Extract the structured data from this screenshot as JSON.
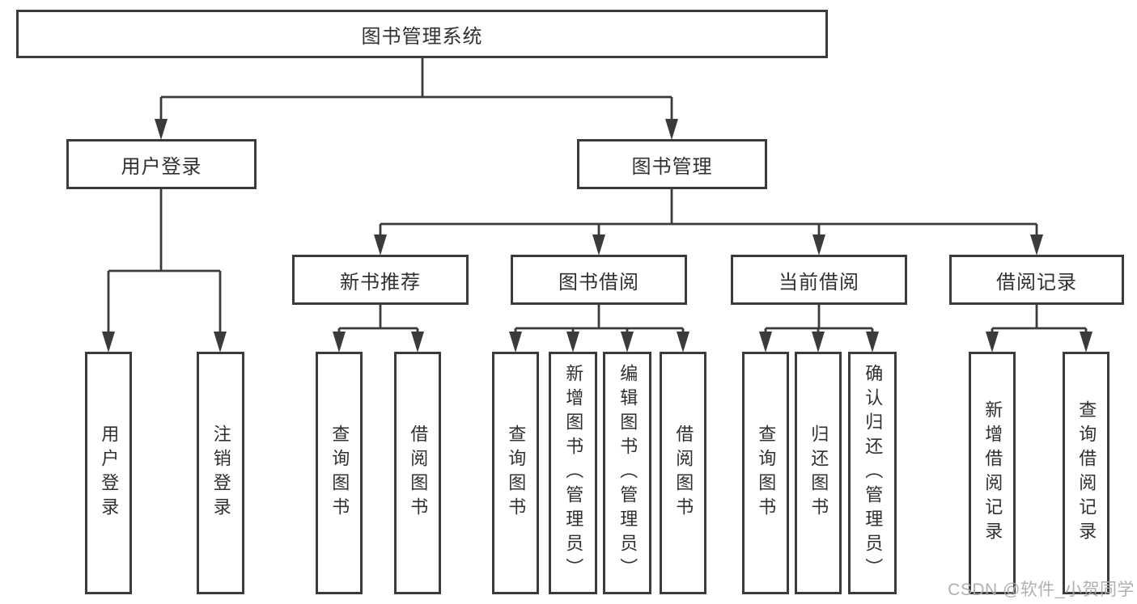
{
  "tree": {
    "root": "图书管理系统",
    "level2": {
      "user_login": "用户登录",
      "book_mgmt": "图书管理"
    },
    "level3": {
      "new_book_rec": "新书推荐",
      "book_borrow": "图书借阅",
      "current_borrow": "当前借阅",
      "borrow_records": "借阅记录"
    },
    "leaves": {
      "user_login": [
        "用户登录",
        "注销登录"
      ],
      "new_book_rec": [
        "查询图书",
        "借阅图书"
      ],
      "book_borrow": [
        "查询图书",
        "新增图书（管理员）",
        "编辑图书（管理员）",
        "借阅图书"
      ],
      "current_borrow": [
        "查询图书",
        "归还图书",
        "确认归还（管理员）"
      ],
      "borrow_records": [
        "新增借阅记录",
        "查询借阅记录"
      ]
    }
  },
  "watermark": {
    "text": "CSDN @软件_小贺同学"
  },
  "colors": {
    "line": "#3b3b3b",
    "text": "#303030",
    "box_background": "#ffffff",
    "watermark": "#acacac"
  }
}
